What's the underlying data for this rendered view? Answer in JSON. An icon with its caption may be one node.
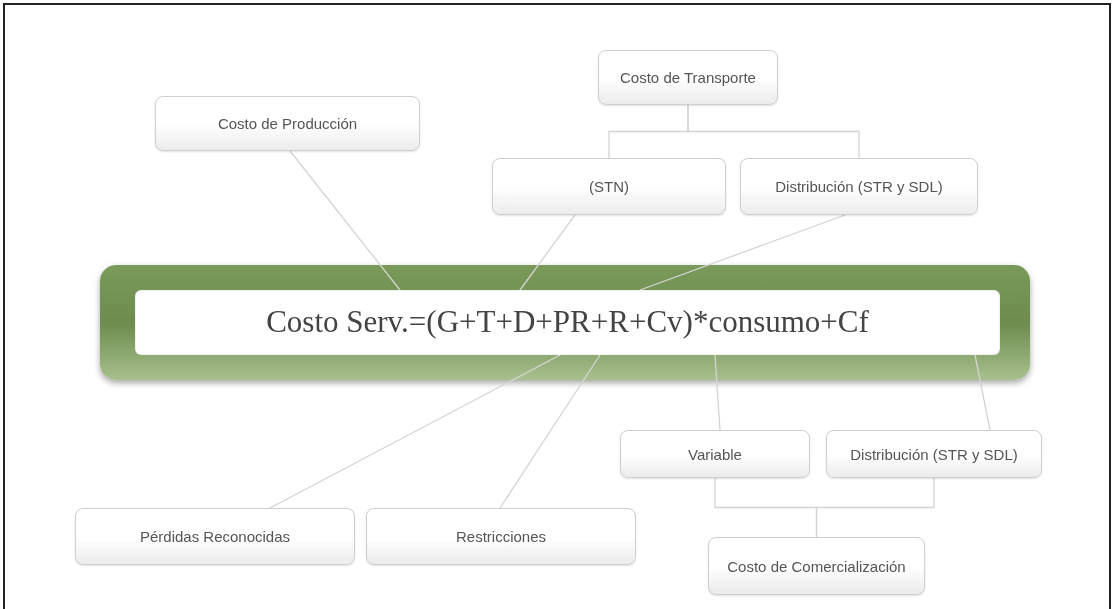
{
  "diagram": {
    "nodes": [
      {
        "text": [
          "Costo de Transporte"
        ]
      },
      {
        "text": [
          "Costo de Producción"
        ]
      },
      {
        "text": [
          "(STN)"
        ]
      },
      {
        "text": [
          "Distribución (STR y SDL)"
        ]
      },
      {
        "text": [],
        "shape": "bar"
      },
      {
        "text": [
          "Costo Serv.=(G+T+D+PR+R+Cv)*consumo+Cf"
        ],
        "in": 4
      },
      {
        "text": [
          "Variable"
        ]
      },
      {
        "text": [
          "Distribución (STR y SDL)"
        ]
      },
      {
        "text": [
          "Pérdidas Reconocidas"
        ]
      },
      {
        "text": [
          "Restricciones"
        ]
      },
      {
        "text": [
          "Costo de Comercialización"
        ]
      }
    ],
    "edges": [
      {
        "from": 0,
        "to": 2,
        "arrow": "none"
      },
      {
        "from": 0,
        "to": 3,
        "arrow": "none"
      },
      {
        "from": 1,
        "to": 5,
        "arrow": "none"
      },
      {
        "from": 2,
        "to": 5,
        "arrow": "none"
      },
      {
        "from": 3,
        "to": 5,
        "arrow": "none"
      },
      {
        "from": 8,
        "to": 5,
        "arrow": "none"
      },
      {
        "from": 9,
        "to": 5,
        "arrow": "none"
      },
      {
        "from": 6,
        "to": 5,
        "arrow": "none"
      },
      {
        "from": 7,
        "to": 5,
        "arrow": "none"
      },
      {
        "from": 10,
        "to": 6,
        "arrow": "none"
      },
      {
        "from": 10,
        "to": 7,
        "arrow": "none"
      }
    ]
  }
}
